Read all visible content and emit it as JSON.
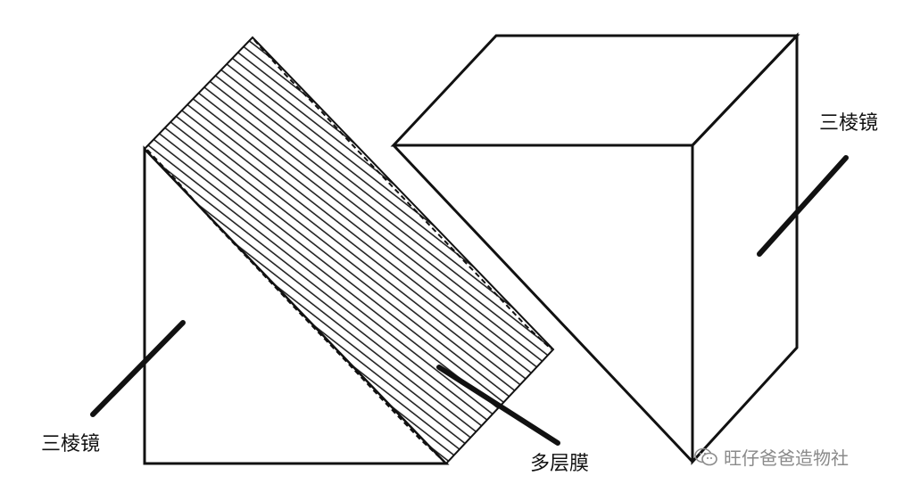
{
  "labels": {
    "prism_right": "三棱镜",
    "prism_left": "三棱镜",
    "multilayer_film": "多层膜"
  },
  "watermark": {
    "text": "旺仔爸爸造物社",
    "icon": "wechat-icon"
  },
  "colors": {
    "line": "#111111",
    "hatch": "#222222",
    "background": "#ffffff",
    "watermark": "#8a8a8a"
  }
}
